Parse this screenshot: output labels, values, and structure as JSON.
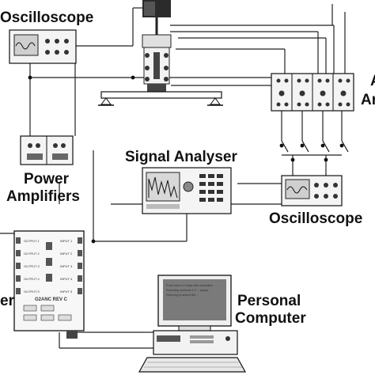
{
  "labels": {
    "oscilloscope_top": "Oscilloscope",
    "power_amplifiers_line1": "Power",
    "power_amplifiers_line2": "Amplifiers",
    "signal_analyser": "Signal Analyser",
    "oscilloscope_right": "Oscilloscope",
    "personal_computer_line1": "Personal",
    "personal_computer_line2": "Computer",
    "cut_left": "er",
    "cut_right_top": "A",
    "cut_right_mid": "Ar"
  },
  "controller_board": {
    "title": "G2ANC REV C",
    "inputs": [
      "OUTPUT 1",
      "OUTPUT 2",
      "OUTPUT 3",
      "OUTPUT 4",
      "OUTPUT 5"
    ],
    "outputs": [
      "INPUT 1",
      "INPUT 2",
      "INPUT 3",
      "INPUT 4",
      "INPUT 5"
    ]
  },
  "pc_screen": {
    "lines": [
      "Press return to begin data acquisition",
      "Recording channels 1-5 ... please",
      "Returning to shared file..."
    ]
  }
}
